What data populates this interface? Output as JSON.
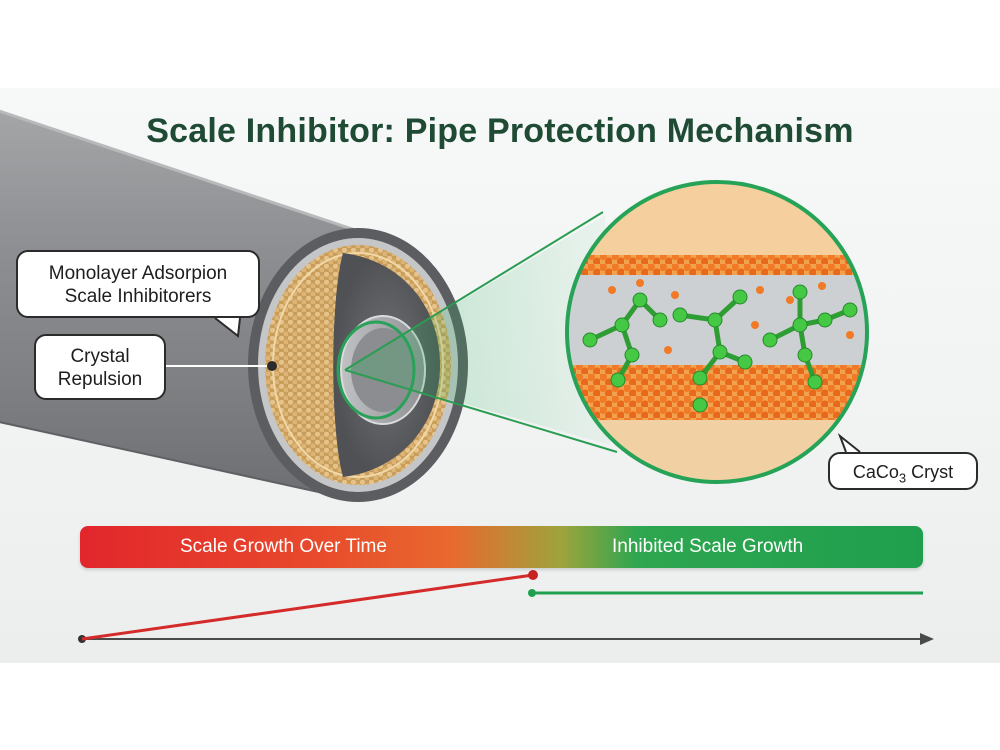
{
  "title": "Scale Inhibitor: Pipe Protection Mechanism",
  "callouts": {
    "adsorption_line1": "Monolayer Adsorpion",
    "adsorption_line2": "Scale Inhibitorers",
    "repulsion_line1": "Crystal",
    "repulsion_line2": "Repulsion",
    "crystal_label_main": "CaCo",
    "crystal_label_sub": "3",
    "crystal_label_end": " Cryst"
  },
  "timeline": {
    "left_label": "Scale Growth Over Time",
    "right_label": "Inhibited Scale Growth"
  },
  "colors": {
    "title": "#1f4a34",
    "pipe": "#8f9193",
    "deposit": "#d9b070",
    "inhibitor": "#3cbf3c",
    "crystal": "#f07a26",
    "growth_line": "#d42a2a",
    "inhibited_line": "#1fa04f",
    "bar_start": "#e2262c",
    "bar_end": "#1f9f4d"
  }
}
